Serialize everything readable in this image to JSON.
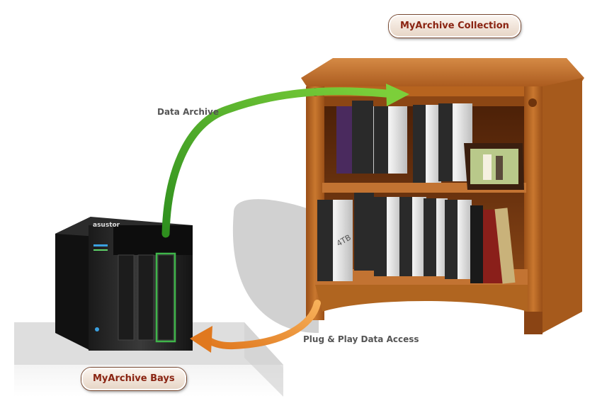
{
  "labels": {
    "collection": "MyArchive Collection",
    "bays": "MyArchive Bays",
    "data_archive": "Data Archive",
    "plug_play": "Plug & Play Data Access"
  },
  "nas": {
    "brand": "asustor"
  },
  "drives": {
    "capacity_label": "4TB"
  },
  "colors": {
    "archive_arrow": "#4cae2d",
    "access_arrow": "#ec8a2e",
    "wood": "#b5651d",
    "pill_text": "#8a2412",
    "bay_highlight": "#3fb54a"
  }
}
